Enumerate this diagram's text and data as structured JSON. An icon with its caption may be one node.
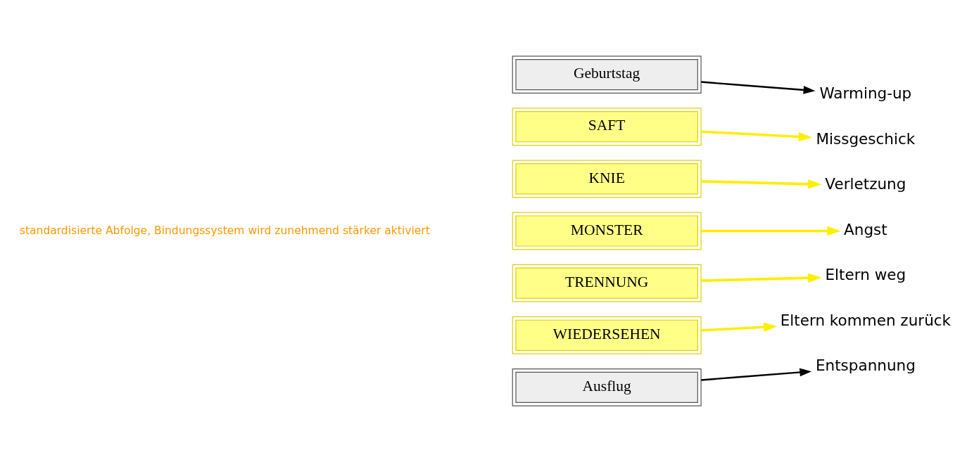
{
  "diagram": {
    "nodes": [
      {
        "text": [
          "Geburtstag"
        ]
      },
      {
        "text": [
          "Warming-up"
        ]
      },
      {
        "text": [
          "SAFT"
        ]
      },
      {
        "text": [
          "Missgeschick"
        ]
      },
      {
        "text": [
          "KNIE"
        ]
      },
      {
        "text": [
          "Verletzung"
        ]
      },
      {
        "text": [
          "MONSTER"
        ]
      },
      {
        "text": [
          "Angst"
        ]
      },
      {
        "text": [
          "TRENNUNG"
        ]
      },
      {
        "text": [
          "Eltern weg"
        ]
      },
      {
        "text": [
          "WIEDERSEHEN"
        ]
      },
      {
        "text": [
          "Eltern kommen zurück"
        ]
      },
      {
        "text": [
          "Ausflug"
        ]
      },
      {
        "text": [
          "Entspannung"
        ]
      }
    ],
    "edges": [
      {
        "from": 0,
        "to": 1,
        "arrow": "to",
        "color": "#000000"
      },
      {
        "from": 2,
        "to": 3,
        "arrow": "to"
      },
      {
        "from": 4,
        "to": 5,
        "arrow": "to"
      },
      {
        "from": 6,
        "to": 7,
        "arrow": "to"
      },
      {
        "from": 8,
        "to": 9,
        "arrow": "to"
      },
      {
        "from": 10,
        "to": 11,
        "arrow": "to"
      },
      {
        "from": 12,
        "to": 13,
        "arrow": "to",
        "color": "#000000"
      }
    ],
    "labels": [
      "standardisierte Abfolge, Bindungssystem wird zunehmend stärker aktiviert"
    ]
  }
}
